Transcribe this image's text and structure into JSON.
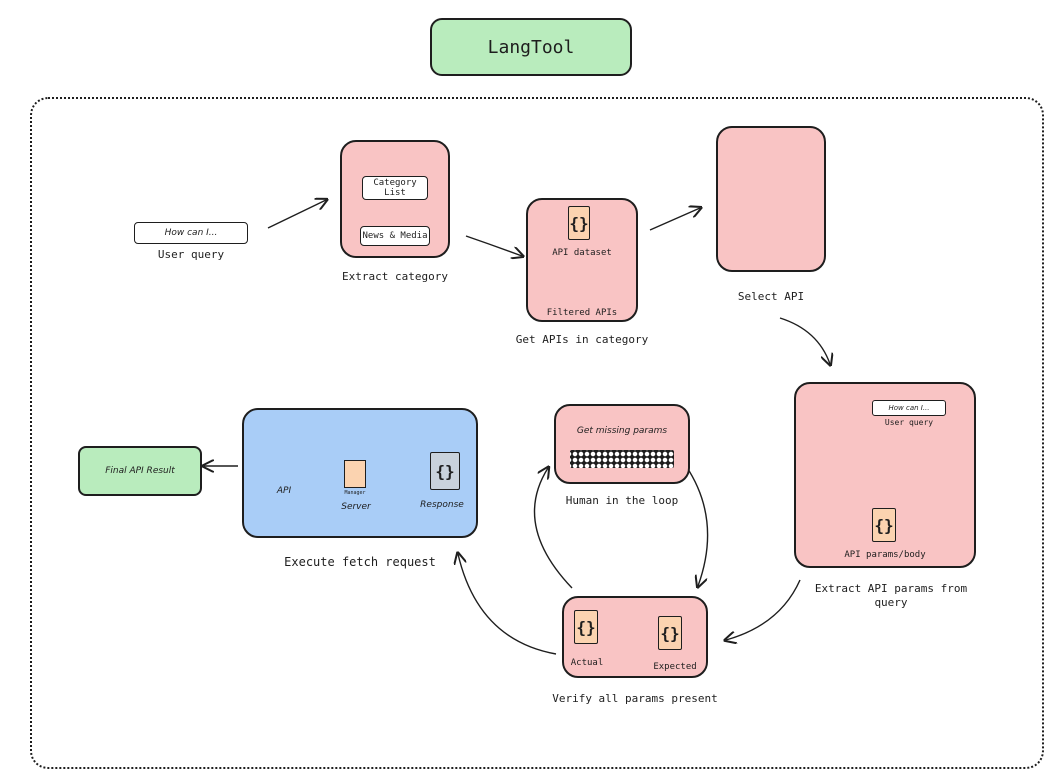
{
  "title": "LangTool",
  "colors": {
    "pink": "#f9c4c4",
    "green": "#b9ecbd",
    "blue": "#a9cdf7",
    "peach": "#fbd3b0",
    "stroke": "#1e1e1e"
  },
  "user_query": {
    "input": "How can I...",
    "caption": "User query"
  },
  "extract_category": {
    "inner_top": "Category List",
    "inner_bottom": "News & Media",
    "caption": "Extract category",
    "icon": "brain-icon"
  },
  "get_apis": {
    "json_icon": "{}",
    "dataset": "API dataset",
    "filtered": "Filtered APIs",
    "caption": "Get APIs in category",
    "icon": "wifi-icon"
  },
  "select_api": {
    "caption": "Select API",
    "icon": "wifi-icon"
  },
  "extract_params": {
    "input": "How can I...",
    "input_caption": "User query",
    "json_icon": "{}",
    "body_caption": "API params/body",
    "caption": "Extract API params from query"
  },
  "verify": {
    "json_icon": "{}",
    "actual": "Actual",
    "expected": "Expected",
    "caption": "Verify all params present"
  },
  "human": {
    "title": "Get missing params",
    "caption": "Human in the loop",
    "icon": "keyboard-icon"
  },
  "execute": {
    "api": "API",
    "server_tiny": "Manager",
    "server": "Server",
    "json_icon": "{}",
    "response": "Response",
    "caption": "Execute fetch request"
  },
  "final_result": {
    "label": "Final API Result"
  }
}
